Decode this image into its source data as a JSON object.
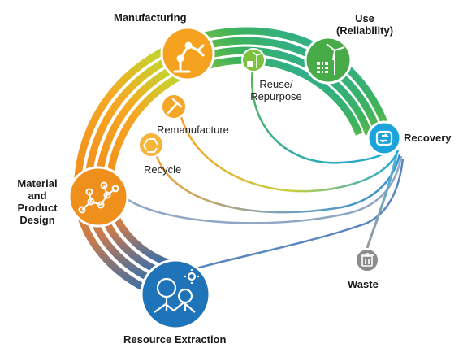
{
  "diagram": {
    "stages": {
      "manufacturing": "Manufacturing",
      "use_line1": "Use",
      "use_line2": "(Reliability)",
      "recovery": "Recovery",
      "material_line1": "Material",
      "material_line2": "and",
      "material_line3": "Product",
      "material_line4": "Design",
      "resource_extraction": "Resource Extraction",
      "waste": "Waste"
    },
    "loops": {
      "reuse_line1": "Reuse/",
      "reuse_line2": "Repurpose",
      "remanufacture": "Remanufacture",
      "recycle": "Recycle"
    },
    "icons": {
      "manufacturing": "robot-arm-icon",
      "use": "wind-turbine-solar-icon",
      "reuse": "wind-turbine-solar-icon",
      "remanufacture": "hammer-icon",
      "recycle": "recycle-icon",
      "recovery": "recovery-cycle-icon",
      "material": "molecule-icon",
      "resource_extraction": "trees-gear-icon",
      "waste": "trash-can-icon"
    },
    "colors": {
      "orange": "#f39a1e",
      "dark_orange": "#e8821c",
      "yellow_green": "#b7cf2e",
      "green": "#4cae4a",
      "teal": "#1fb3c9",
      "cyan": "#18a6d9",
      "blue": "#2073b8",
      "gray": "#8c8c8c"
    }
  }
}
